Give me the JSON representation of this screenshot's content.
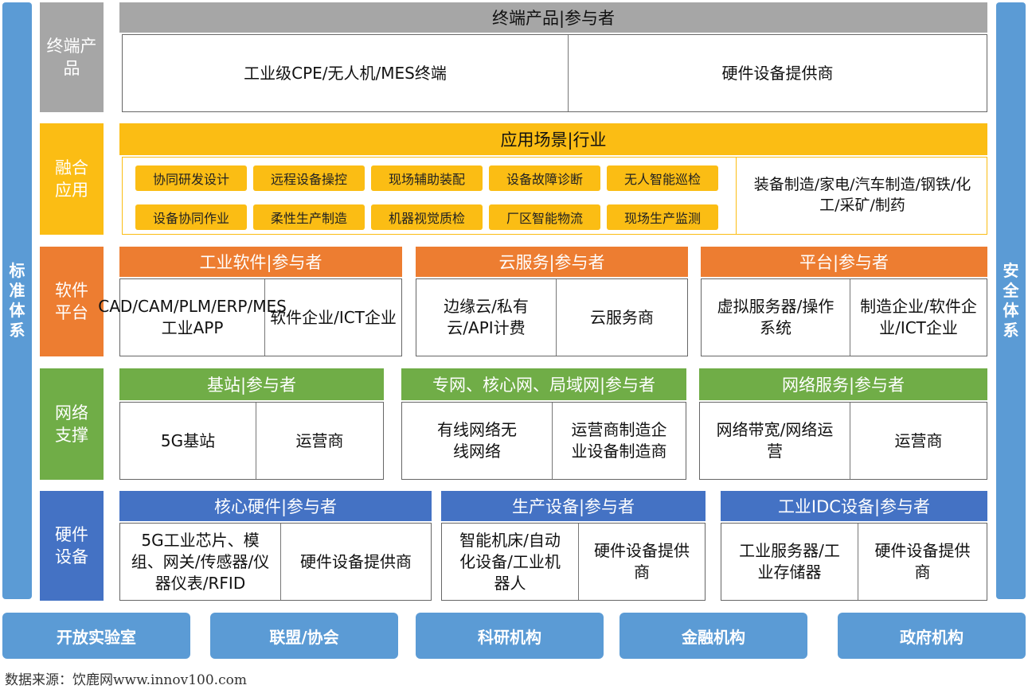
{
  "sides": {
    "left": "标准体系",
    "right": "安全体系"
  },
  "rows": {
    "terminal": {
      "label": "终端产品",
      "bar": "终端产品|参与者",
      "cells": [
        "工业级CPE/无人机/MES终端",
        "硬件设备提供商"
      ]
    },
    "fusion": {
      "label": "融合应用",
      "bar": "应用场景|行业",
      "chips": [
        "协同研发设计",
        "远程设备操控",
        "现场辅助装配",
        "设备故障诊断",
        "无人智能巡检",
        "设备协同作业",
        "柔性生产制造",
        "机器视觉质检",
        "厂区智能物流",
        "现场生产监测"
      ],
      "industry": "装备制造/家电/汽车制造/钢铁/化工/采矿/制药"
    },
    "software": {
      "label": "软件平台",
      "groups": [
        {
          "bar": "工业软件|参与者",
          "cells": [
            "CAD/CAM/PLM/ERP/MES工业APP",
            "软件企业/ICT企业"
          ]
        },
        {
          "bar": "云服务|参与者",
          "cells": [
            "边缘云/私有云/API计费",
            "云服务商"
          ]
        },
        {
          "bar": "平台|参与者",
          "cells": [
            "虚拟服务器/操作系统",
            "制造企业/软件企业/ICT企业"
          ]
        }
      ]
    },
    "network": {
      "label": "网络支撑",
      "groups": [
        {
          "bar": "基站|参与者",
          "cells": [
            "5G基站",
            "运营商"
          ]
        },
        {
          "bar": "专网、核心网、局域网|参与者",
          "cells": [
            "有线网络无线网络",
            "运营商制造企业设备制造商"
          ]
        },
        {
          "bar": "网络服务|参与者",
          "cells": [
            "网络带宽/网络运营",
            "运营商"
          ]
        }
      ]
    },
    "hardware": {
      "label": "硬件设备",
      "groups": [
        {
          "bar": "核心硬件|参与者",
          "cells": [
            "5G工业芯片、模组、网关/传感器/仪器仪表/RFID",
            "硬件设备提供商"
          ]
        },
        {
          "bar": "生产设备|参与者",
          "cells": [
            "智能机床/自动化设备/工业机器人",
            "硬件设备提供商"
          ]
        },
        {
          "bar": "工业IDC设备|参与者",
          "cells": [
            "工业服务器/工业存储器",
            "硬件设备提供商"
          ]
        }
      ]
    }
  },
  "bottom": [
    "开放实验室",
    "联盟/协会",
    "科研机构",
    "金融机构",
    "政府机构"
  ],
  "footer": "数据来源：饮鹿网www.innov100.com",
  "colors": {
    "gray": "#a6a6a6",
    "yellow": "#fbbd14",
    "orange": "#ed7d31",
    "green": "#70ad47",
    "blue": "#4472c4",
    "side": "#5b9bd5"
  }
}
